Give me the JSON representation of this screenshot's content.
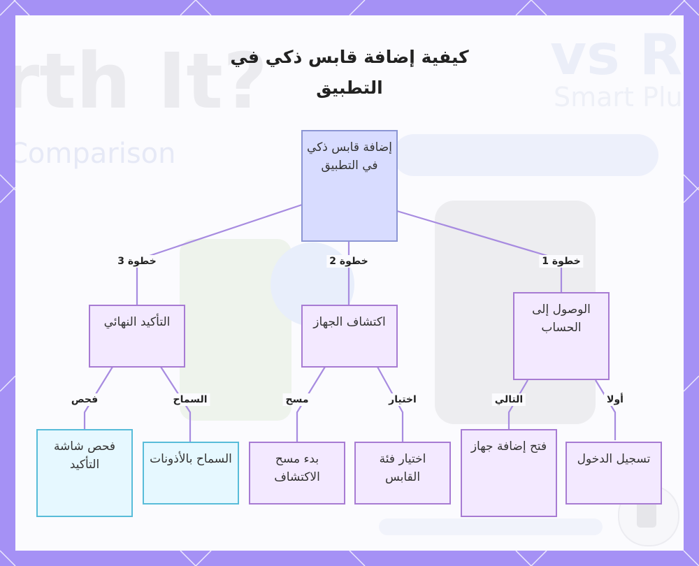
{
  "diagram": {
    "title_lines": [
      "كيفية إضافة قابس ذكي في",
      "التطبيق"
    ],
    "root": {
      "label": "إضافة قابس ذكي في التطبيق"
    },
    "steps": [
      {
        "edge_label": "خطوة 1",
        "label": "الوصول إلى الحساب",
        "children": [
          {
            "edge_label": "أولا",
            "label": "تسجيل الدخول"
          },
          {
            "edge_label": "التالي",
            "label": "فتح إضافة جهاز"
          }
        ]
      },
      {
        "edge_label": "خطوة 2",
        "label": "اكتشاف الجهاز",
        "children": [
          {
            "edge_label": "اختيار",
            "label": "اختيار فئة القابس"
          },
          {
            "edge_label": "مسح",
            "label": "بدء مسح الاكتشاف"
          }
        ]
      },
      {
        "edge_label": "خطوة 3",
        "label": "التأكيد النهائي",
        "children": [
          {
            "edge_label": "السماح",
            "label": "السماح بالأذونات"
          },
          {
            "edge_label": "فحص",
            "label": "فحص شاشة التأكيد"
          }
        ]
      }
    ],
    "colors": {
      "frame": "#a591f5",
      "root_fill": "#d8dcff",
      "root_border": "#8c96d4",
      "step_fill": "#f3e9ff",
      "step_border": "#a77bd3",
      "check_fill": "#e6f8ff",
      "check_border": "#58bcd9",
      "edge": "#a78be0"
    }
  }
}
